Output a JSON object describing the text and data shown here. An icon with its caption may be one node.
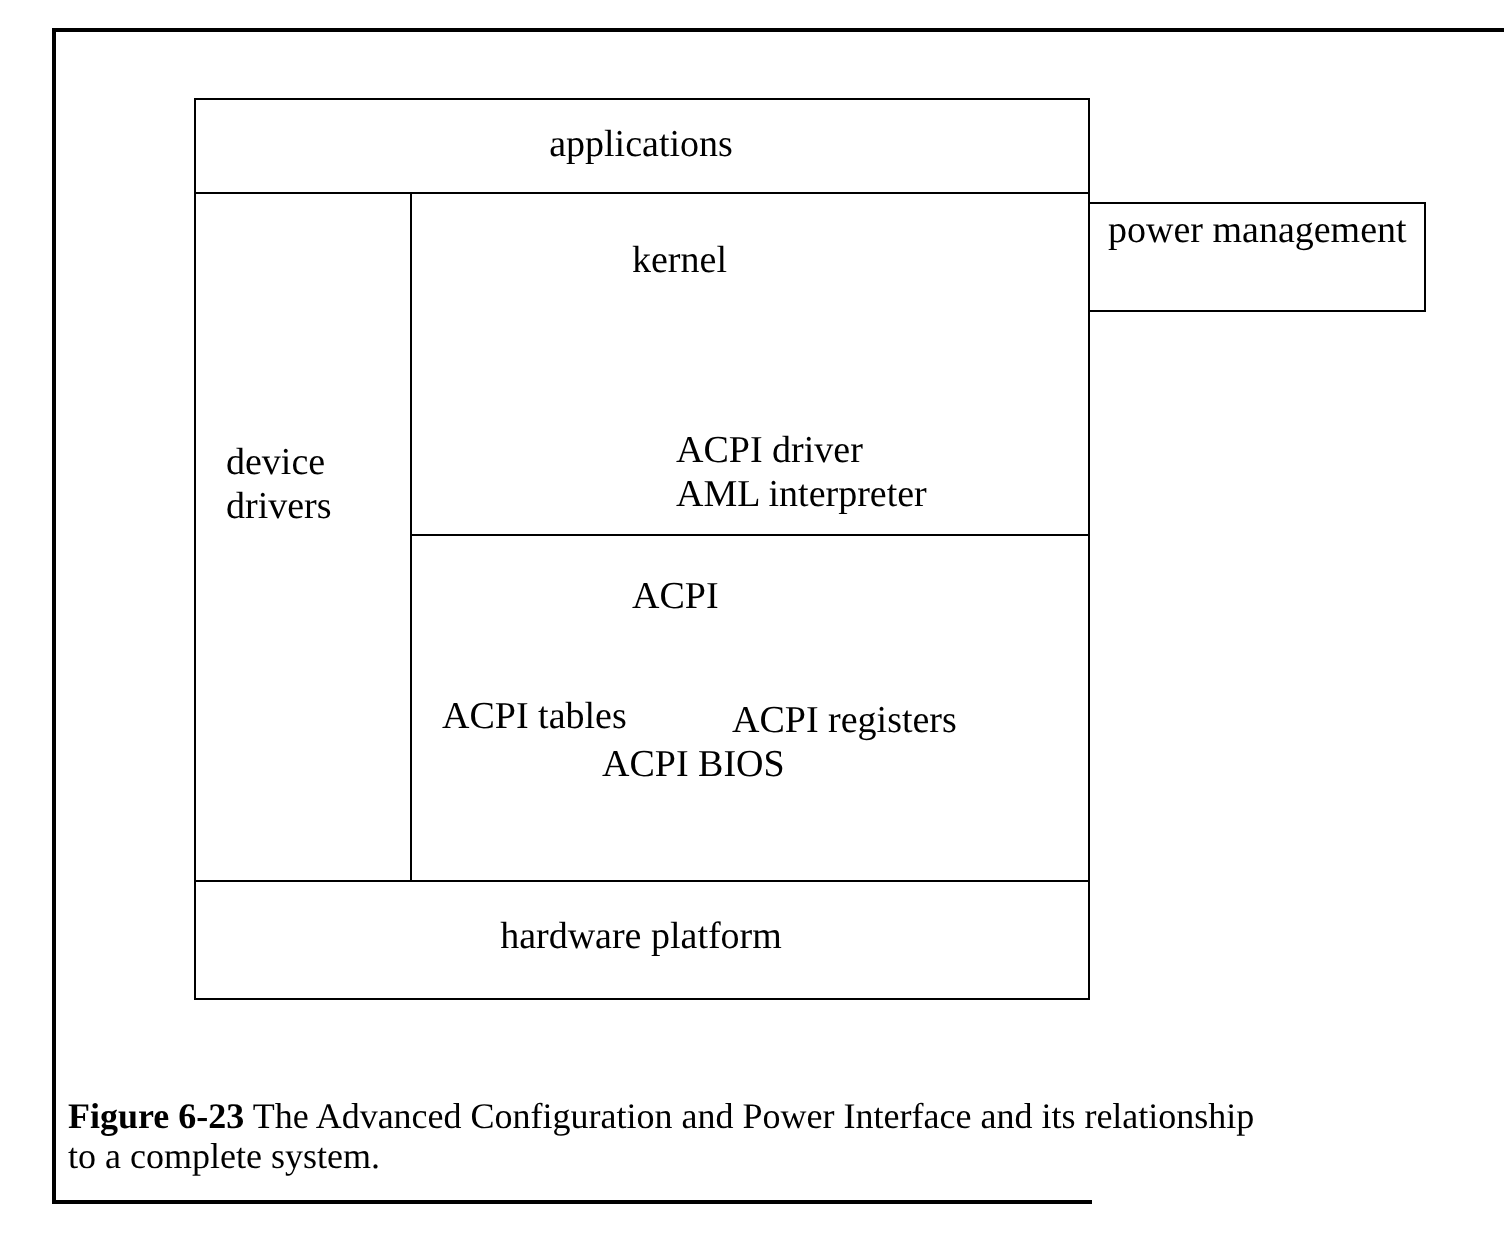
{
  "diagram": {
    "caption": "**Figure 6-23** The Advanced Configuration and Power Interface and its relationship to a complete system.",
    "nodes": [
      {
        "text": [
          "applications"
        ]
      },
      {
        "text": [
          "power management"
        ]
      },
      {
        "text": [
          "device drivers"
        ]
      },
      {
        "text": [
          "kernel",
          "ACPI driver",
          "AML interpreter"
        ]
      },
      {
        "text": [
          "ACPI",
          "ACPI tables",
          "ACPI registers",
          "ACPI BIOS"
        ]
      },
      {
        "text": [
          "hardware platform"
        ]
      }
    ]
  }
}
